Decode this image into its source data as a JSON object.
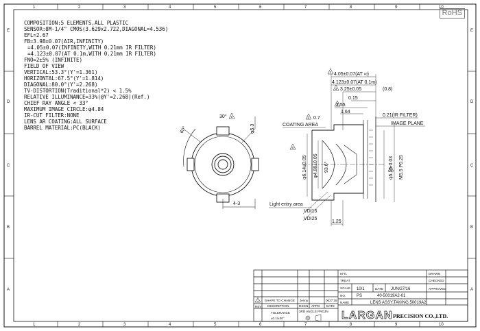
{
  "spec": {
    "composition": "COMPOSITION:5 ELEMENTS,ALL PLASTIC",
    "sensor": "SENSOR:8M-1/4\" CMOS(3.629x2.722,DIAGONAL=4.536)",
    "efl": "EFL=2.67",
    "fb1": "FB=3.98±0.07(AIR,INFINITY)",
    "fb2": "=4.05±0.07(INFINITY,WITH 0.21mm IR FILTER)",
    "fb3": "=4.123±0.07(AT 0.1m,WITH 0.21mm IR FILTER)",
    "fno": "FNO=2±5% (INFINITE)",
    "fov": "FIELD OF VIEW",
    "vertical": "VERTICAL:53.3°(Y'=1.361)",
    "horizontal": "HORIZONTAL:67.5°(Y'=1.814)",
    "diagonal": "DIAGONAL:80.0°(Y'=2.268)",
    "tv": "TV-DISTORTION(Traditional*2)  < 1.5%",
    "illum": "RELATIVE ILLUMINANCE=33%(@Y'=2.268)(Ref.)",
    "cra": "CHIEF RAY ANGLE  < 33°",
    "imgcircle": "MAXIMUM IMAGE CIRCLE:φ4.84",
    "ircut": "IR-CUT FILTER:NONE",
    "arcoat": "LENS AR COATING:ALL SURFACE",
    "barrel": "BARREL MATERIAL:PC(BLACK)"
  },
  "rohs": "RoHS",
  "grid": {
    "columns": [
      "1",
      "2",
      "3",
      "4",
      "5",
      "6",
      "7",
      "8",
      "9",
      "10"
    ],
    "rows": [
      "E",
      "D",
      "C",
      "B",
      "A"
    ]
  },
  "front_view": {
    "angle_60": "60°",
    "angle_30": "30°",
    "dia_53": "φ5.3",
    "dim_4_3": "4-3",
    "flag": "6"
  },
  "side_view": {
    "d_405": "4.05±0.07(AT ∞)",
    "d_4123": "4.123±0.07(AT 0.1m)",
    "d_325": "3.25±0.05",
    "d_08": "(0.8)",
    "d_015": "0.15",
    "d_255": "2.55",
    "d_164": "1.64",
    "d_07": "0.7",
    "d_021": "0.21(IR FILTER)",
    "coating": "COATING AREA",
    "image_plane": "IMAGE PLANE",
    "dia_614": "φ6.14±0.05",
    "dia_488": "φ4.88±0.05",
    "dia_936": "93.6°",
    "dia_515": "φ5.15-0.03",
    "m55": "M5.5  P0.25",
    "light": "Light entry area",
    "vdi15": "VDI15",
    "vdi25": "VDI25",
    "d_125": "1.25",
    "flags": [
      "2",
      "3",
      "4",
      "5",
      "6",
      "9"
    ]
  },
  "title_block": {
    "mtl": "M'TL",
    "treat": "TREAT",
    "scale_label": "SCALE",
    "scale": "10/1",
    "date_label": "DATE",
    "date": "JUN/27/16",
    "no_label": "NO.",
    "ps": "PS",
    "drawing_no": "40-50019A2-01",
    "name_label": "NAME",
    "name": "LENS ASSY,TAKING,50019A2",
    "drawn": "DRAWN",
    "checked": "CHECKED",
    "approved": "APPROVED",
    "company": "LARGAN",
    "company_sub": "PRECISION CO.,LTD.",
    "rev_label": "REV",
    "rev_num": "1",
    "rev_desc": "SHAPE TO CHANGE",
    "rev_by": "Jenny",
    "rev_date": "0627'16",
    "hdr_desc": "DESCRIPTION",
    "hdr_dsgn": "DSGN",
    "hdr_appd": "APPD",
    "hdr_date": "DATE",
    "tolerance": "TOLERANCE",
    "tol_val": "±0.1/±30°",
    "projn": "3RD ANGLE PROJN"
  }
}
